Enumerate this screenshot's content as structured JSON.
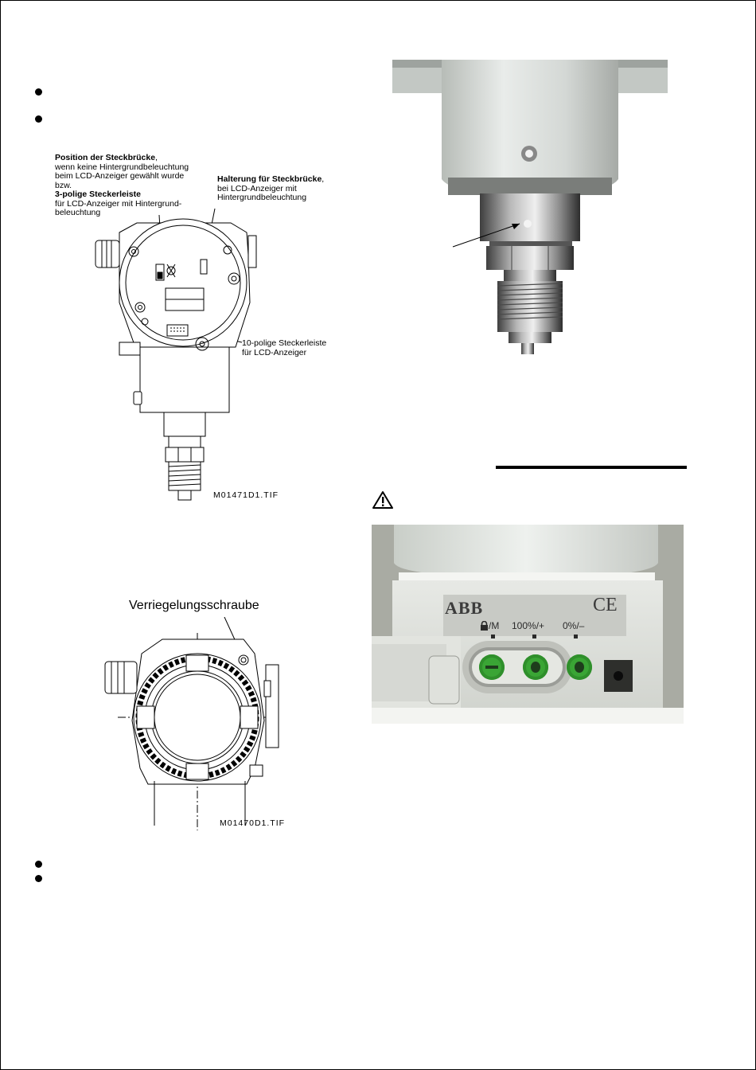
{
  "figure1": {
    "label1_title": "Position der Steckbrücke",
    "label1_title_suffix": ",",
    "label1_line2": "wenn keine Hintergrundbeleuchtung",
    "label1_line3": "beim LCD-Anzeiger gewählt wurde",
    "label1_line4": "bzw.",
    "label1_sub_title": "3-polige Steckerleiste",
    "label1_line6": "für LCD-Anzeiger mit Hintergrund-",
    "label1_line7": "beleuchtung",
    "label2_title": "Halterung für Steckbrücke",
    "label2_title_suffix": ",",
    "label2_line2": "bei LCD-Anzeiger mit",
    "label2_line3": "Hintergrundbeleuchtung",
    "label3_line1": "10-polige Steckerleiste",
    "label3_line2": "für LCD-Anzeiger",
    "file": "M01471D1.TIF"
  },
  "figure2": {
    "title": "Verriegelungsschraube",
    "file": "M01470D1.TIF"
  },
  "label_plate": {
    "brand": "ABB",
    "ce_mark": "CE",
    "btn1": "/M",
    "btn2": "100%/+",
    "btn3": "0%/–"
  },
  "icons": {
    "warning": "warning-triangle-icon",
    "lock": "lock-icon"
  },
  "colors": {
    "button_green": "#3aa535",
    "housing_grey": "#d8dbd6"
  }
}
